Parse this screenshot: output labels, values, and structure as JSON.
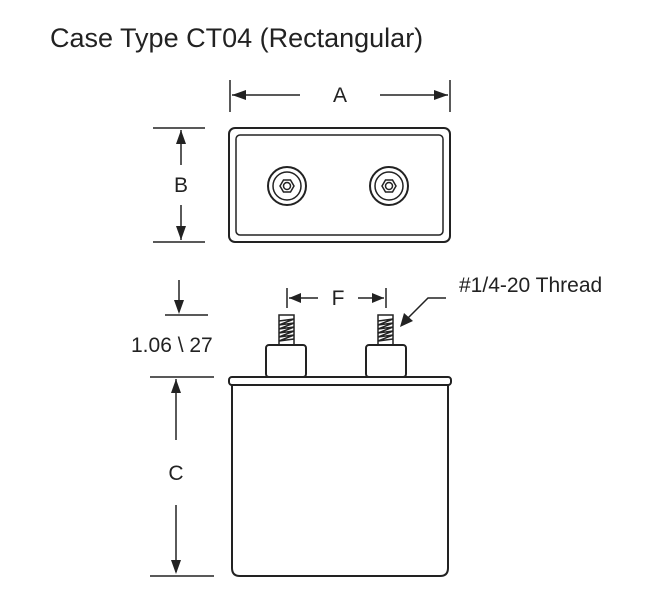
{
  "title": "Case Type CT04 (Rectangular)",
  "dimensions": {
    "a": "A",
    "b": "B",
    "c": "C",
    "f": "F",
    "terminal_height": "1.06 \\ 27"
  },
  "thread_note": "#1/4-20 Thread",
  "colors": {
    "line": "#222222",
    "background": "#ffffff"
  }
}
